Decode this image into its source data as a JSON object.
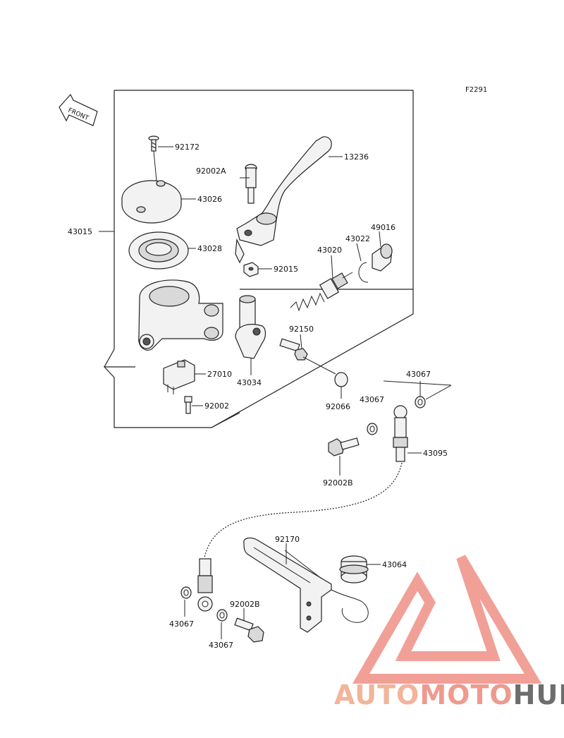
{
  "figure_code": "F2291",
  "front_label": "FRONT",
  "parts": {
    "p92172": "92172",
    "p13236": "13236",
    "p92002A": "92002A",
    "p43026": "43026",
    "p43015": "43015",
    "p43028": "43028",
    "p49016": "49016",
    "p43022": "43022",
    "p43020": "43020",
    "p92015": "92015",
    "p92150": "92150",
    "p27010": "27010",
    "p43034": "43034",
    "p92002": "92002",
    "p43067_a": "43067",
    "p92066": "92066",
    "p43067_b": "43067",
    "p43095": "43095",
    "p92002B_a": "92002B",
    "p92170": "92170",
    "p43064": "43064",
    "p92002B_b": "92002B",
    "p43067_c": "43067",
    "p43067_d": "43067"
  },
  "watermark": {
    "auto": "AUTO",
    "moto": "MOTO",
    "hub": "HUB",
    "color_auto": "#f2b49a",
    "color_moto": "#ee9a8e",
    "color_hub": "#6d6d6d",
    "logo_color": "#ef8f86"
  }
}
